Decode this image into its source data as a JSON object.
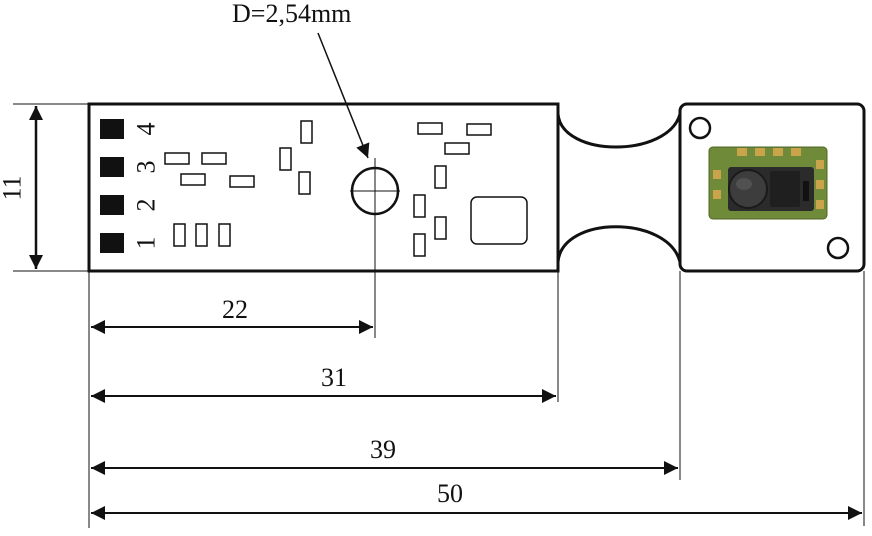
{
  "annotation": {
    "hole_diameter": "D=2,54mm"
  },
  "dimensions": {
    "height": "11",
    "d22": "22",
    "d31": "31",
    "d39": "39",
    "d50": "50"
  },
  "pins": [
    "1",
    "2",
    "3",
    "4"
  ],
  "colors": {
    "line": "#111111",
    "chip_pcb": "#6f8b3a",
    "chip_pad": "#c9a44a",
    "chip_body": "#2b2b2b"
  }
}
